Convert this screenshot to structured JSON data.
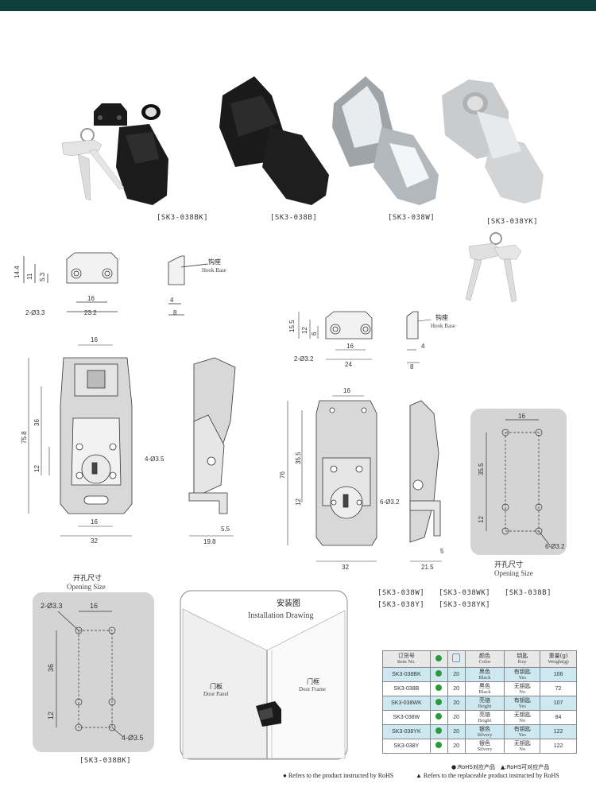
{
  "products": [
    {
      "label": "[SK3-038BK]"
    },
    {
      "label": "[SK3-038B]"
    },
    {
      "label": "[SK3-038W]"
    },
    {
      "label": "[SK3-038YK]"
    }
  ],
  "drawing_left": {
    "hook_base_cn": "钩座",
    "hook_base_en": "Hook Base",
    "dims": {
      "h14_4": "14.4",
      "h11": "11",
      "h5_3": "5.3",
      "w16": "16",
      "w23_2": "23.2",
      "holes": "2-Ø3.3",
      "s4": "4",
      "s8": "8",
      "top16": "16",
      "h36": "36",
      "h75_8": "75.8",
      "h12": "12",
      "hole4": "4-Ø3.5",
      "b16": "16",
      "b32": "32",
      "side5_5": "5.5",
      "side19_8": "19.8"
    }
  },
  "drawing_right": {
    "hook_base_cn": "钩座",
    "hook_base_en": "Hook Base",
    "dims": {
      "h15_5": "15.5",
      "h12": "12",
      "h6": "6",
      "holes": "2-Ø3.2",
      "w16": "16",
      "w24": "24",
      "s4": "4",
      "s8": "8",
      "top16": "16",
      "h35_5": "35.5",
      "h76": "76",
      "h12b": "12",
      "hole6": "6-Ø3.2",
      "b32": "32",
      "side5": "5",
      "side21_5": "21.5"
    }
  },
  "opening_right": {
    "cn": "开孔尺寸",
    "en": "Opening Size",
    "w16": "16",
    "h35_5": "35.5",
    "h12": "12",
    "holes": "6-Ø3.2"
  },
  "opening_left": {
    "cn": "开孔尺寸",
    "en": "Opening Size",
    "holes": "2-Ø3.3",
    "w16": "16",
    "h36": "36",
    "h12": "12",
    "holes4": "4-Ø3.5",
    "label": "[SK3-038BK]"
  },
  "install": {
    "cn": "安装图",
    "en": "Installation Drawing",
    "panel_cn": "门板",
    "panel_en": "Door Panel",
    "frame_cn": "门框",
    "frame_en": "Door Frame"
  },
  "models_line1": [
    "[SK3-038W]",
    "[SK3-038WK]",
    "[SK3-038B]"
  ],
  "models_line2": [
    "[SK3-038Y]",
    "[SK3-038YK]"
  ],
  "table": {
    "headers": [
      {
        "cn": "订货号",
        "en": "Item No."
      },
      {
        "cn": "",
        "en": ""
      },
      {
        "cn": "",
        "en": ""
      },
      {
        "cn": "颜色",
        "en": "Color"
      },
      {
        "cn": "钥匙",
        "en": "Key"
      },
      {
        "cn": "重量(g)",
        "en": "Weight(g)"
      }
    ],
    "rows": [
      {
        "item": "SK3-038BK",
        "qty": "20",
        "color_cn": "黑色",
        "color_en": "Black",
        "key_cn": "有钥匙",
        "key_en": "Yes",
        "weight": "106"
      },
      {
        "item": "SK3-038B",
        "qty": "20",
        "color_cn": "黑色",
        "color_en": "Black",
        "key_cn": "无钥匙",
        "key_en": "No",
        "weight": "72"
      },
      {
        "item": "SK3-038WK",
        "qty": "20",
        "color_cn": "亮铬",
        "color_en": "Bright",
        "key_cn": "有钥匙",
        "key_en": "Yes",
        "weight": "107"
      },
      {
        "item": "SK3-038W",
        "qty": "20",
        "color_cn": "亮铬",
        "color_en": "Bright",
        "key_cn": "无钥匙",
        "key_en": "No",
        "weight": "84"
      },
      {
        "item": "SK3-038YK",
        "qty": "20",
        "color_cn": "银色",
        "color_en": "Silvery",
        "key_cn": "有钥匙",
        "key_en": "Yes",
        "weight": "122"
      },
      {
        "item": "SK3-038Y",
        "qty": "20",
        "color_cn": "银色",
        "color_en": "Silvery",
        "key_cn": "无钥匙",
        "key_en": "No",
        "weight": "122"
      }
    ]
  },
  "legend_cn": "●:RoHS对应产品　▲:RoHS可对应产品",
  "legend_en_1": "● Refers to the product instructed by RoHS",
  "legend_en_2": "▲ Refers to the replaceable product instructed by RoHS",
  "colors": {
    "topbar": "#0f3f3c",
    "panel": "#d4d4d4",
    "rohs_green": "#2a9a3a",
    "highlight": "#cde8f0"
  }
}
